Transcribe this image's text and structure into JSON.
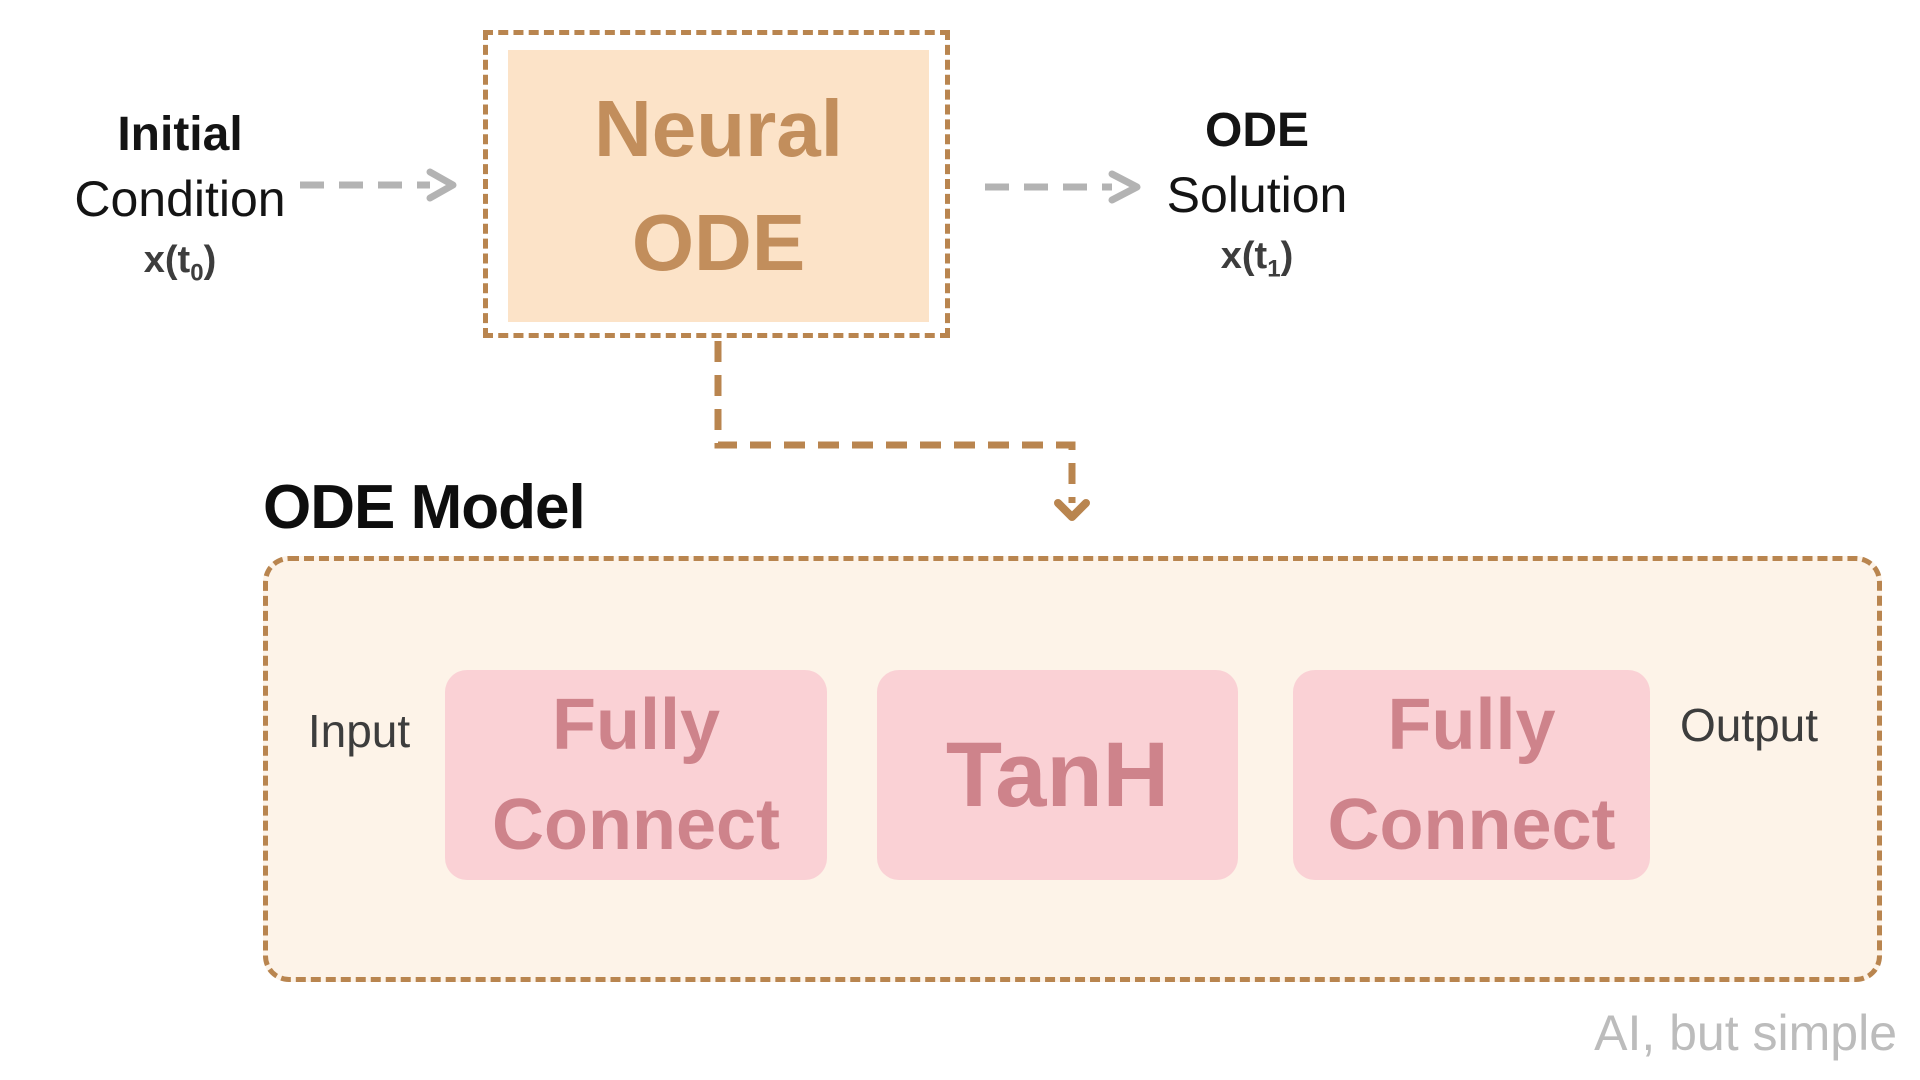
{
  "theme": {
    "accent_brown": "#b9854f",
    "orange_fill": "#fce3c8",
    "orange_text": "#c28e5c",
    "cream_fill": "#fdf3e8",
    "pink_fill": "#fad1d5",
    "pink_text": "#ce838b",
    "arrow_gray": "#b3b3b3",
    "solid_arrow_gray": "#6e6e6e",
    "text_dark": "#141414",
    "label_gray": "#3d3d3d",
    "watermark_gray": "#bcbcbc"
  },
  "top_flow": {
    "initial": {
      "line1": "Initial",
      "line2": "Condition",
      "sym_pre": "x(t",
      "sym_sub": "0",
      "sym_post": ")"
    },
    "neural_ode": {
      "line1": "Neural",
      "line2": "ODE"
    },
    "solution": {
      "line1": "ODE",
      "line2": "Solution",
      "sym_pre": "x(t",
      "sym_sub": "1",
      "sym_post": ")"
    }
  },
  "ode_model": {
    "title": "ODE Model",
    "input_label": "Input",
    "output_label": "Output",
    "layers": [
      {
        "lines": [
          "Fully",
          "Connect"
        ]
      },
      {
        "lines": [
          "TanH"
        ]
      },
      {
        "lines": [
          "Fully",
          "Connect"
        ]
      }
    ]
  },
  "icons": {
    "initial_to_neural": "dashed-arrow-right",
    "neural_to_solution": "dashed-arrow-right",
    "neural_to_model": "dashed-elbow-arrow-down",
    "input": "arrow-right",
    "layer1_to_layer2": "arrow-right",
    "layer2_to_layer3": "arrow-right",
    "output": "arrow-right"
  },
  "watermark": "AI, but simple"
}
